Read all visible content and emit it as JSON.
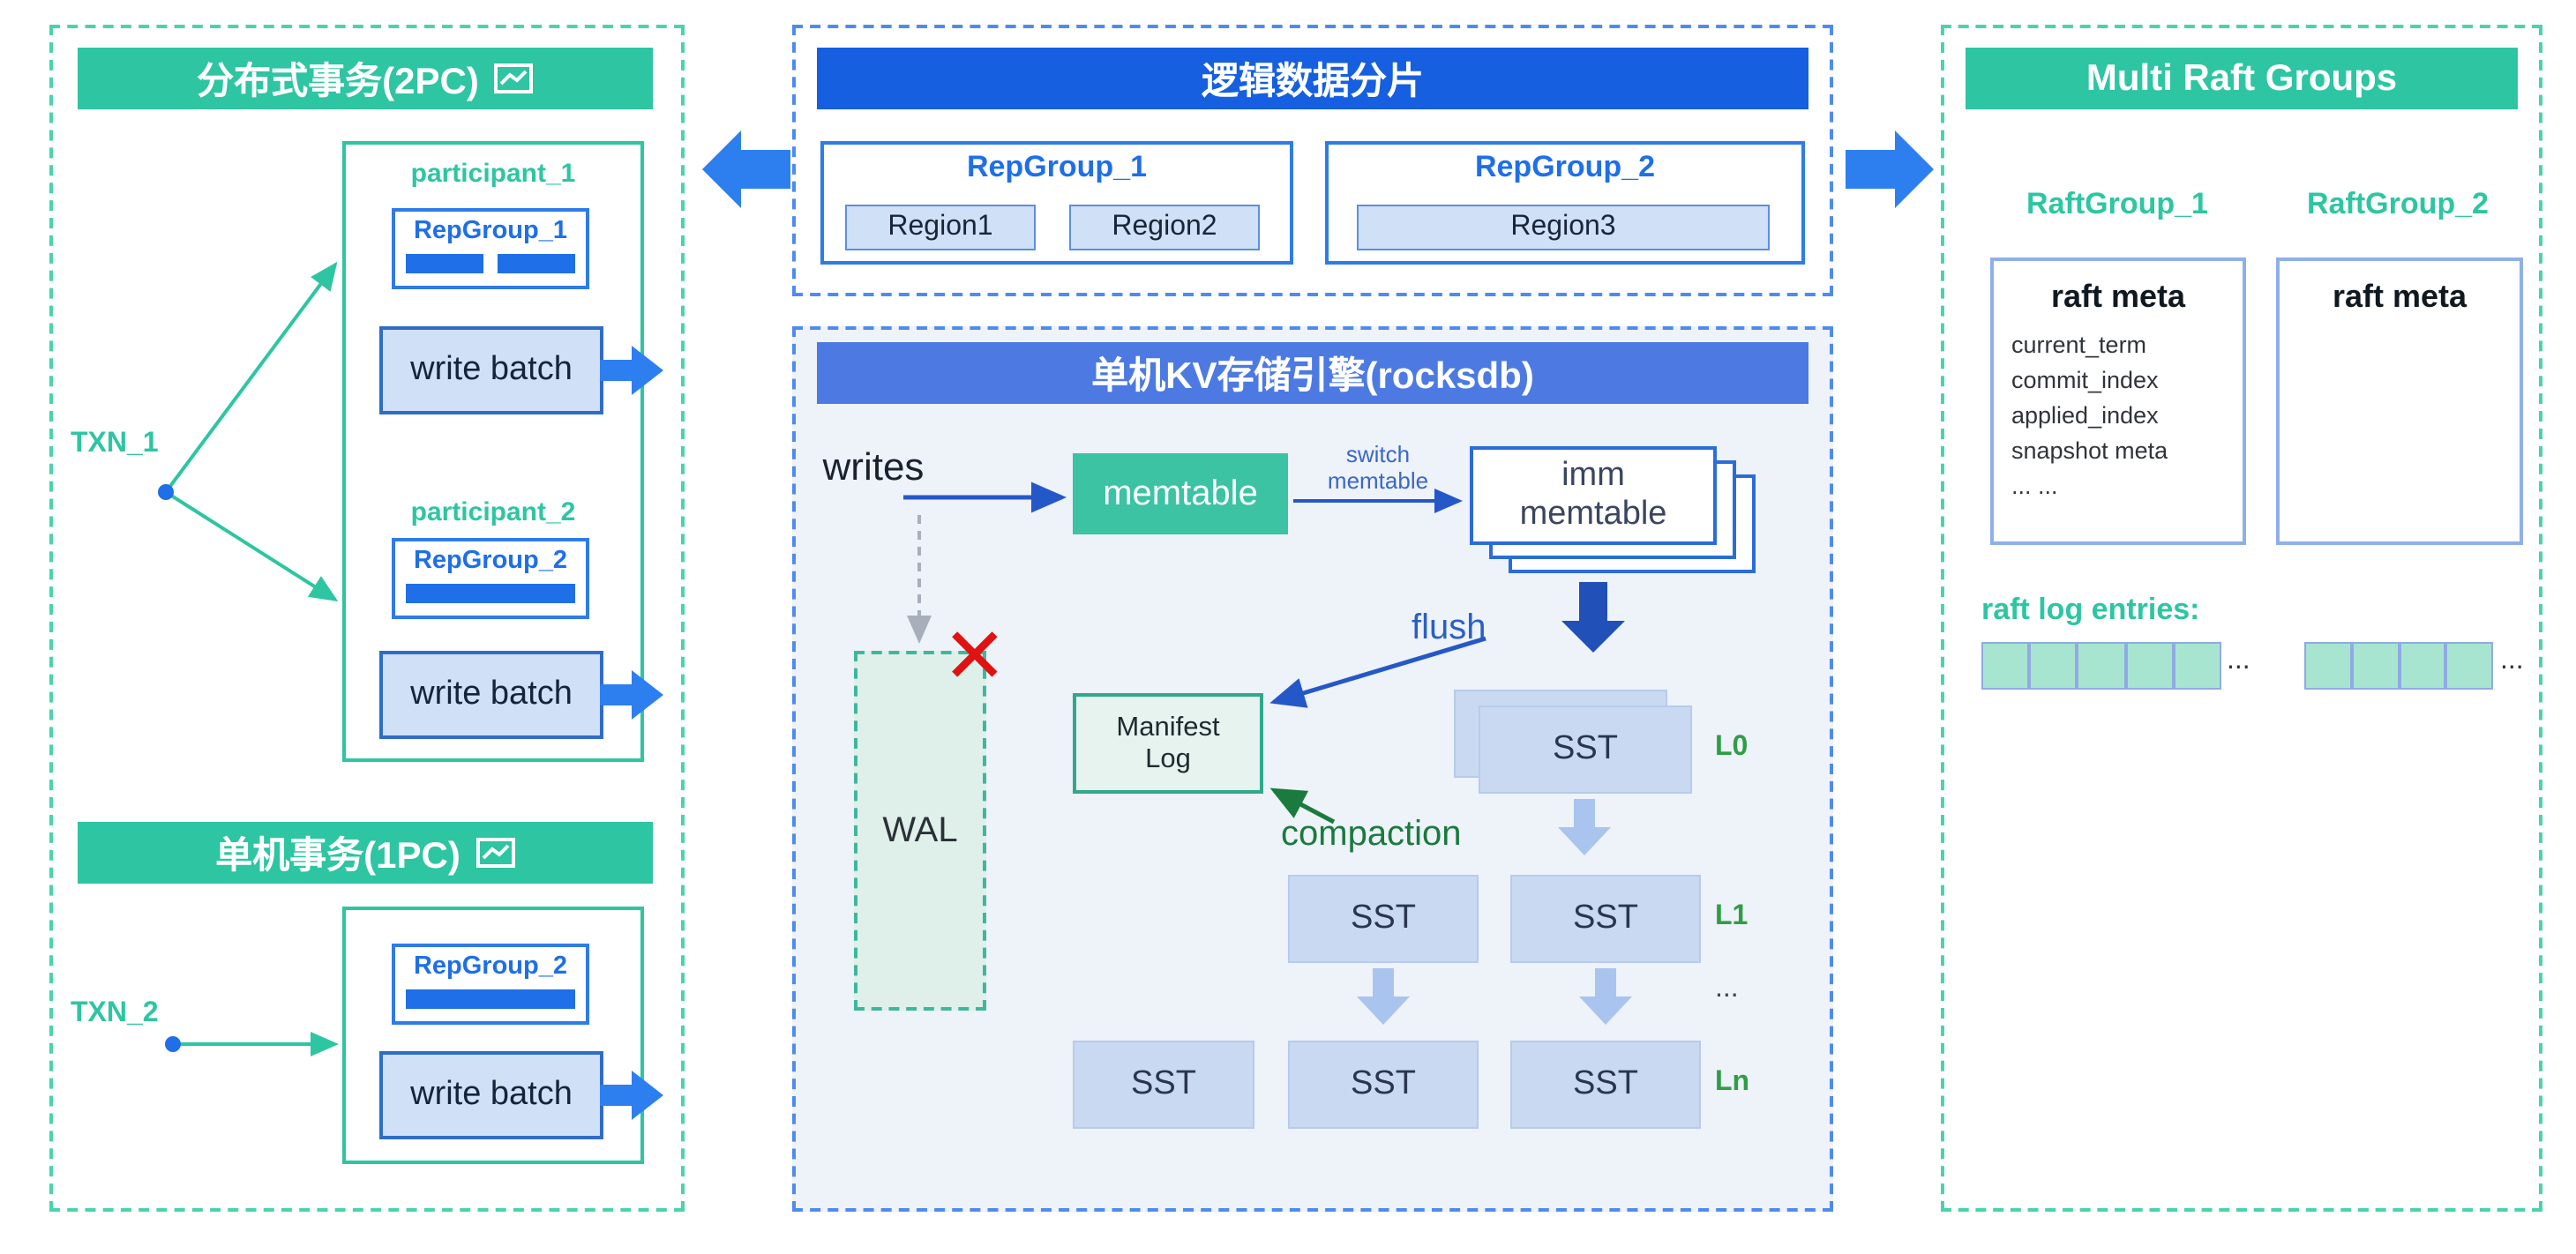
{
  "colors": {
    "teal": "#2EC5A2",
    "blue": "#1E6FE8",
    "header_blue": "#155FE0",
    "rocksdb_header_blue": "#4C7AE2",
    "light_blue_fill": "#CFE0F7",
    "dark_green": "#1B7A3D",
    "red": "#E01212"
  },
  "icons": {
    "chart_2pc": "line-chart-icon",
    "chart_1pc": "line-chart-icon",
    "x_mark": "✕"
  },
  "left_panel": {
    "header_2pc": "分布式事务(2PC)",
    "header_1pc": "单机事务(1PC)",
    "txn_1": "TXN_1",
    "txn_2": "TXN_2",
    "participant_1": {
      "title": "participant_1",
      "repgroup": "RepGroup_1",
      "write_batch": "write batch"
    },
    "participant_2": {
      "title": "participant_2",
      "repgroup": "RepGroup_2",
      "write_batch": "write batch"
    },
    "single_txn": {
      "repgroup": "RepGroup_2",
      "write_batch": "write batch"
    }
  },
  "sharding_panel": {
    "header": "逻辑数据分片",
    "repgroup_1": {
      "title": "RepGroup_1",
      "regions": [
        "Region1",
        "Region2"
      ]
    },
    "repgroup_2": {
      "title": "RepGroup_2",
      "regions": [
        "Region3"
      ]
    }
  },
  "rocksdb_panel": {
    "header": "单机KV存储引擎(rocksdb)",
    "writes_label": "writes",
    "memtable_label": "memtable",
    "switch_label_line1": "switch",
    "switch_label_line2": "memtable",
    "imm_memtable_label": "imm memtable",
    "flush_label": "flush",
    "wal_label": "WAL",
    "manifest_label": "Manifest Log",
    "compaction_label": "compaction",
    "sst_label": "SST",
    "level_l0": "L0",
    "level_l1": "L1",
    "level_dots": "...",
    "level_ln": "Ln"
  },
  "raft_panel": {
    "header": "Multi Raft Groups",
    "raftgroup_1": "RaftGroup_1",
    "raftgroup_2": "RaftGroup_2",
    "raft_meta_title": "raft meta",
    "meta_fields": [
      "current_term",
      "commit_index",
      "applied_index",
      "snapshot meta",
      "... ..."
    ],
    "log_entries_label": "raft log entries:",
    "ellipsis": "..."
  }
}
